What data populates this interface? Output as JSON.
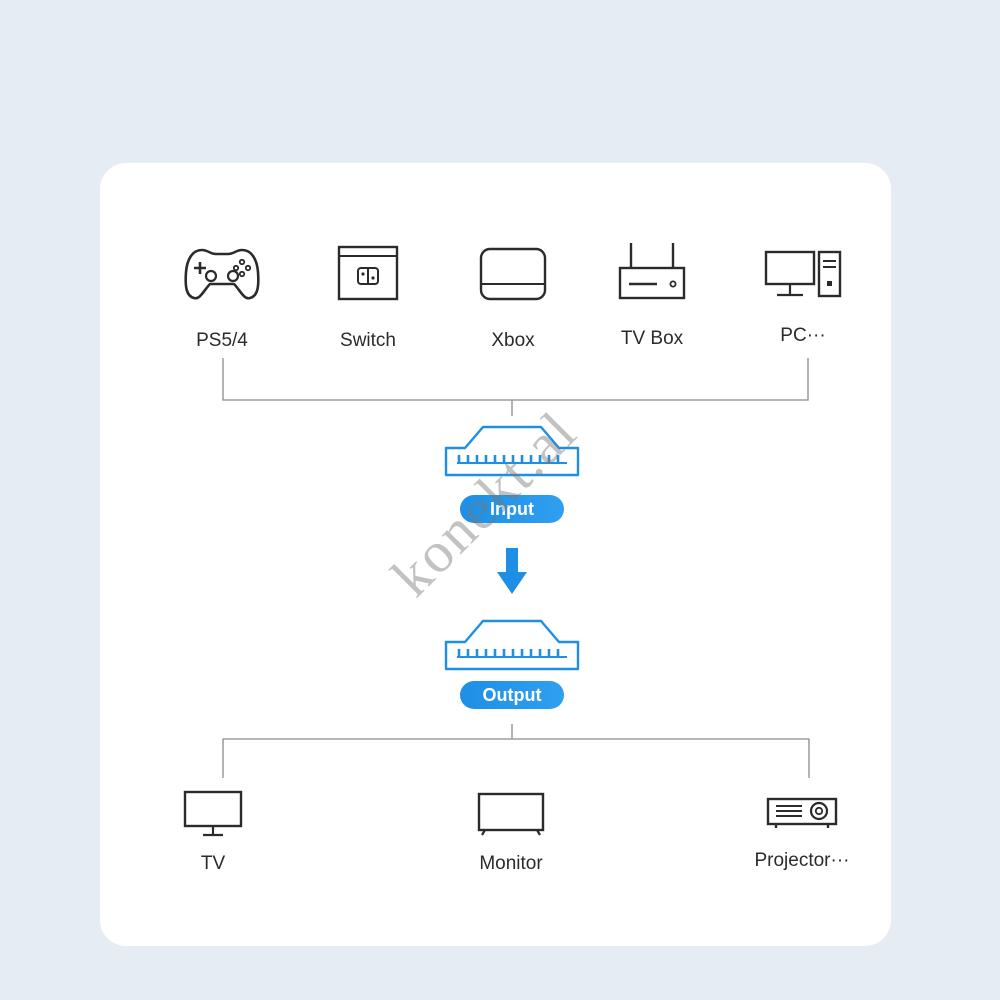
{
  "sources": [
    {
      "label": "PS5/4",
      "icon": "gamepad-icon"
    },
    {
      "label": "Switch",
      "icon": "switch-console-icon"
    },
    {
      "label": "Xbox",
      "icon": "xbox-console-icon"
    },
    {
      "label": "TV Box",
      "icon": "router-tv-box-icon"
    },
    {
      "label": "PC···",
      "icon": "desktop-pc-icon"
    }
  ],
  "input_label": "Input",
  "output_label": "Output",
  "outputs": [
    {
      "label": "TV",
      "icon": "tv-icon"
    },
    {
      "label": "Monitor",
      "icon": "monitor-icon"
    },
    {
      "label": "Projector···",
      "icon": "projector-icon"
    }
  ],
  "watermark": "konekt.al",
  "colors": {
    "background": "#e6ecf4",
    "card": "#ffffff",
    "icon_stroke": "#2b2b2b",
    "line": "#8a8a8a",
    "accent": "#1e8fe4"
  }
}
